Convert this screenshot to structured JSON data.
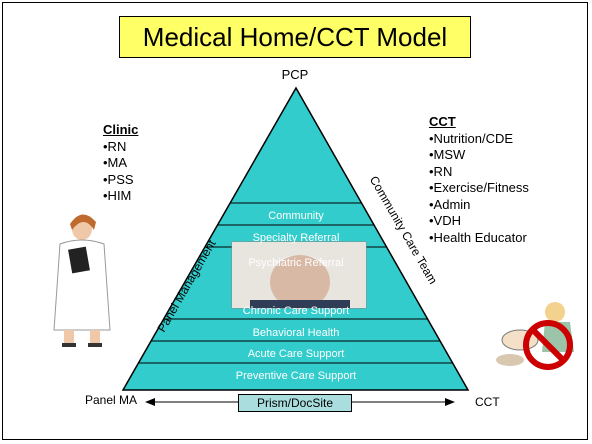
{
  "title": "Medical Home/CCT Model",
  "apex_label": "PCP",
  "left_side_label": "Panel Management",
  "right_side_label": "Community Care Team",
  "pyramid_levels": [
    "Community",
    "Specialty Referral",
    "Psychiatric Referral",
    "Chronic Care Support",
    "Behavioral Health",
    "Acute Care Support",
    "Preventive Care Support"
  ],
  "clinic": {
    "heading": "Clinic",
    "items": [
      "•RN",
      "•MA",
      "•PSS",
      "•HIM"
    ]
  },
  "cct": {
    "heading": "CCT",
    "items": [
      "•Nutrition/CDE",
      "•MSW",
      "•RN",
      "•Exercise/Fitness",
      "•Admin",
      "•VDH",
      "•Health Educator"
    ]
  },
  "bottom_left_label": "Panel MA",
  "bottom_right_label": "CCT",
  "bottom_center_label": "Prism/DocSite",
  "colors": {
    "pyramid_fill": "#33cccc",
    "title_fill": "#ffff66",
    "prism_fill": "#aadddd"
  }
}
